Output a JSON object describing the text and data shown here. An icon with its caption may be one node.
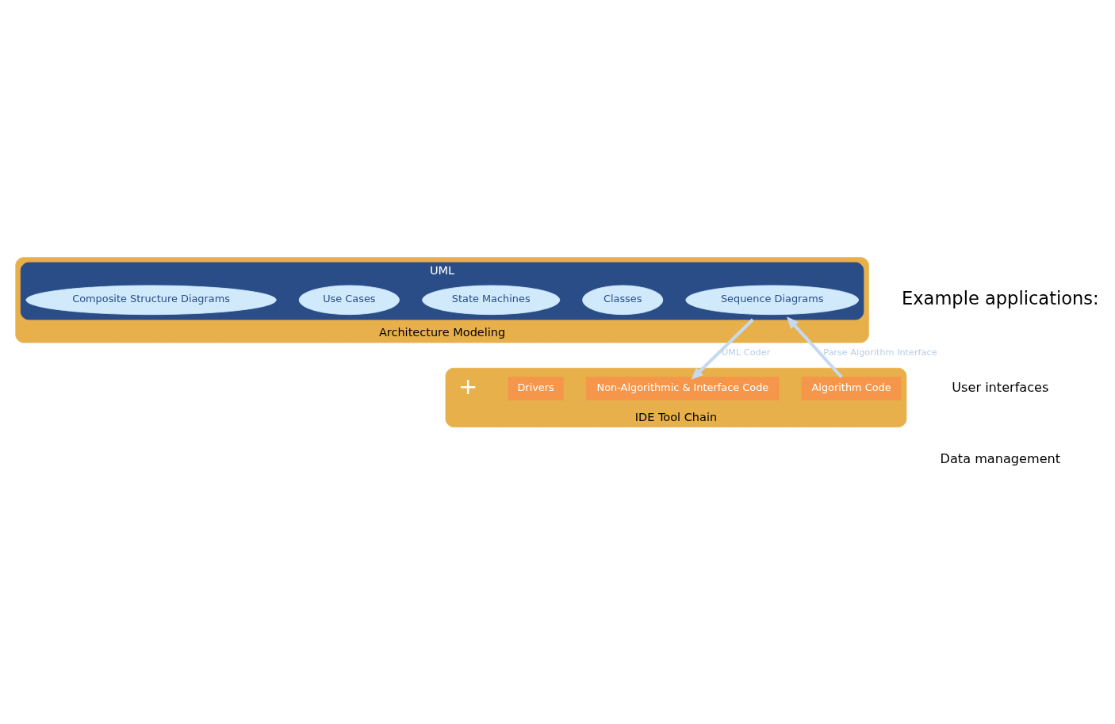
{
  "diagram": {
    "nodes": [
      {
        "text": [
          "Architecture Modeling"
        ]
      },
      {
        "text": [
          "UML"
        ],
        "in": 0
      },
      {
        "text": [
          "Sequence Diagrams"
        ],
        "in": 1
      },
      {
        "text": [
          "Classes"
        ],
        "in": 1
      },
      {
        "text": [
          "State Machines"
        ],
        "in": 1
      },
      {
        "text": [
          "Use Cases"
        ],
        "in": 1
      },
      {
        "text": [
          "Composite Structure Diagrams"
        ],
        "in": 1
      },
      {
        "text": [
          "IDE Tool Chain"
        ]
      },
      {
        "text": [
          "Algorithm Code"
        ],
        "in": 7
      },
      {
        "text": [
          "Non-Algorithmic & Interface Code"
        ],
        "in": 7
      },
      {
        "text": [
          "Drivers"
        ],
        "in": 7
      }
    ],
    "edges": [
      {
        "from": 8,
        "to": 1,
        "arrow": "to",
        "label": "Parse Algorithm Interface"
      },
      {
        "from": 1,
        "to": 9,
        "arrow": "to",
        "label": "UML Coder"
      }
    ],
    "labels": [
      "+",
      "Example applications:",
      "User interfaces",
      "Data management"
    ]
  }
}
